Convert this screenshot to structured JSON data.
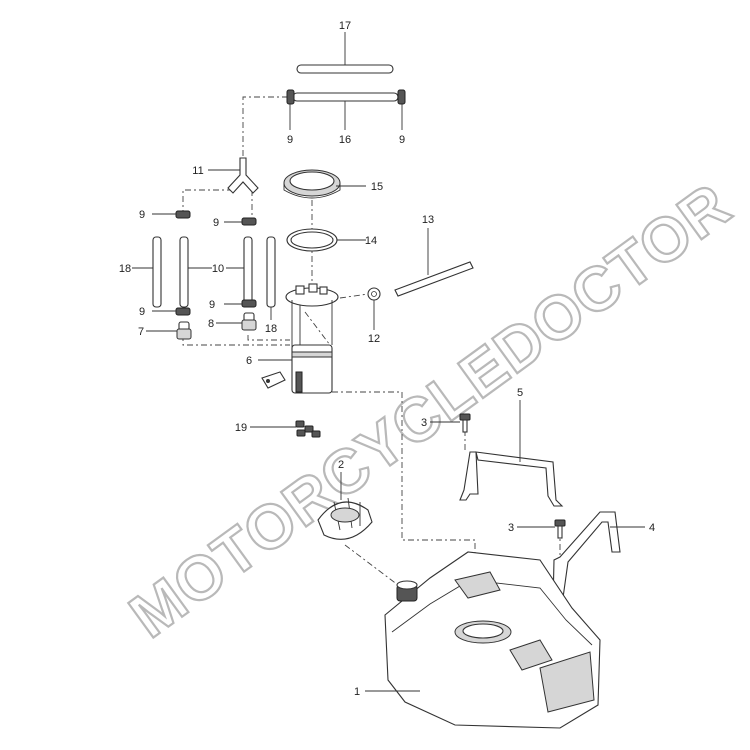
{
  "watermark": "MOTORCYCLEDOCTOR",
  "callouts": [
    {
      "id": "c17",
      "text": "17"
    },
    {
      "id": "c9a",
      "text": "9"
    },
    {
      "id": "c16",
      "text": "16"
    },
    {
      "id": "c9b",
      "text": "9"
    },
    {
      "id": "c11",
      "text": "11"
    },
    {
      "id": "c15",
      "text": "15"
    },
    {
      "id": "c9c",
      "text": "9"
    },
    {
      "id": "c9d",
      "text": "9"
    },
    {
      "id": "c13",
      "text": "13"
    },
    {
      "id": "c14",
      "text": "14"
    },
    {
      "id": "c18a",
      "text": "18"
    },
    {
      "id": "c10",
      "text": "10"
    },
    {
      "id": "c9e",
      "text": "9"
    },
    {
      "id": "c9f",
      "text": "9"
    },
    {
      "id": "c7",
      "text": "7"
    },
    {
      "id": "c8",
      "text": "8"
    },
    {
      "id": "c18b",
      "text": "18"
    },
    {
      "id": "c12",
      "text": "12"
    },
    {
      "id": "c6",
      "text": "6"
    },
    {
      "id": "c5",
      "text": "5"
    },
    {
      "id": "c3a",
      "text": "3"
    },
    {
      "id": "c19",
      "text": "19"
    },
    {
      "id": "c2",
      "text": "2"
    },
    {
      "id": "c3b",
      "text": "3"
    },
    {
      "id": "c4",
      "text": "4"
    },
    {
      "id": "c1",
      "text": "1"
    }
  ]
}
